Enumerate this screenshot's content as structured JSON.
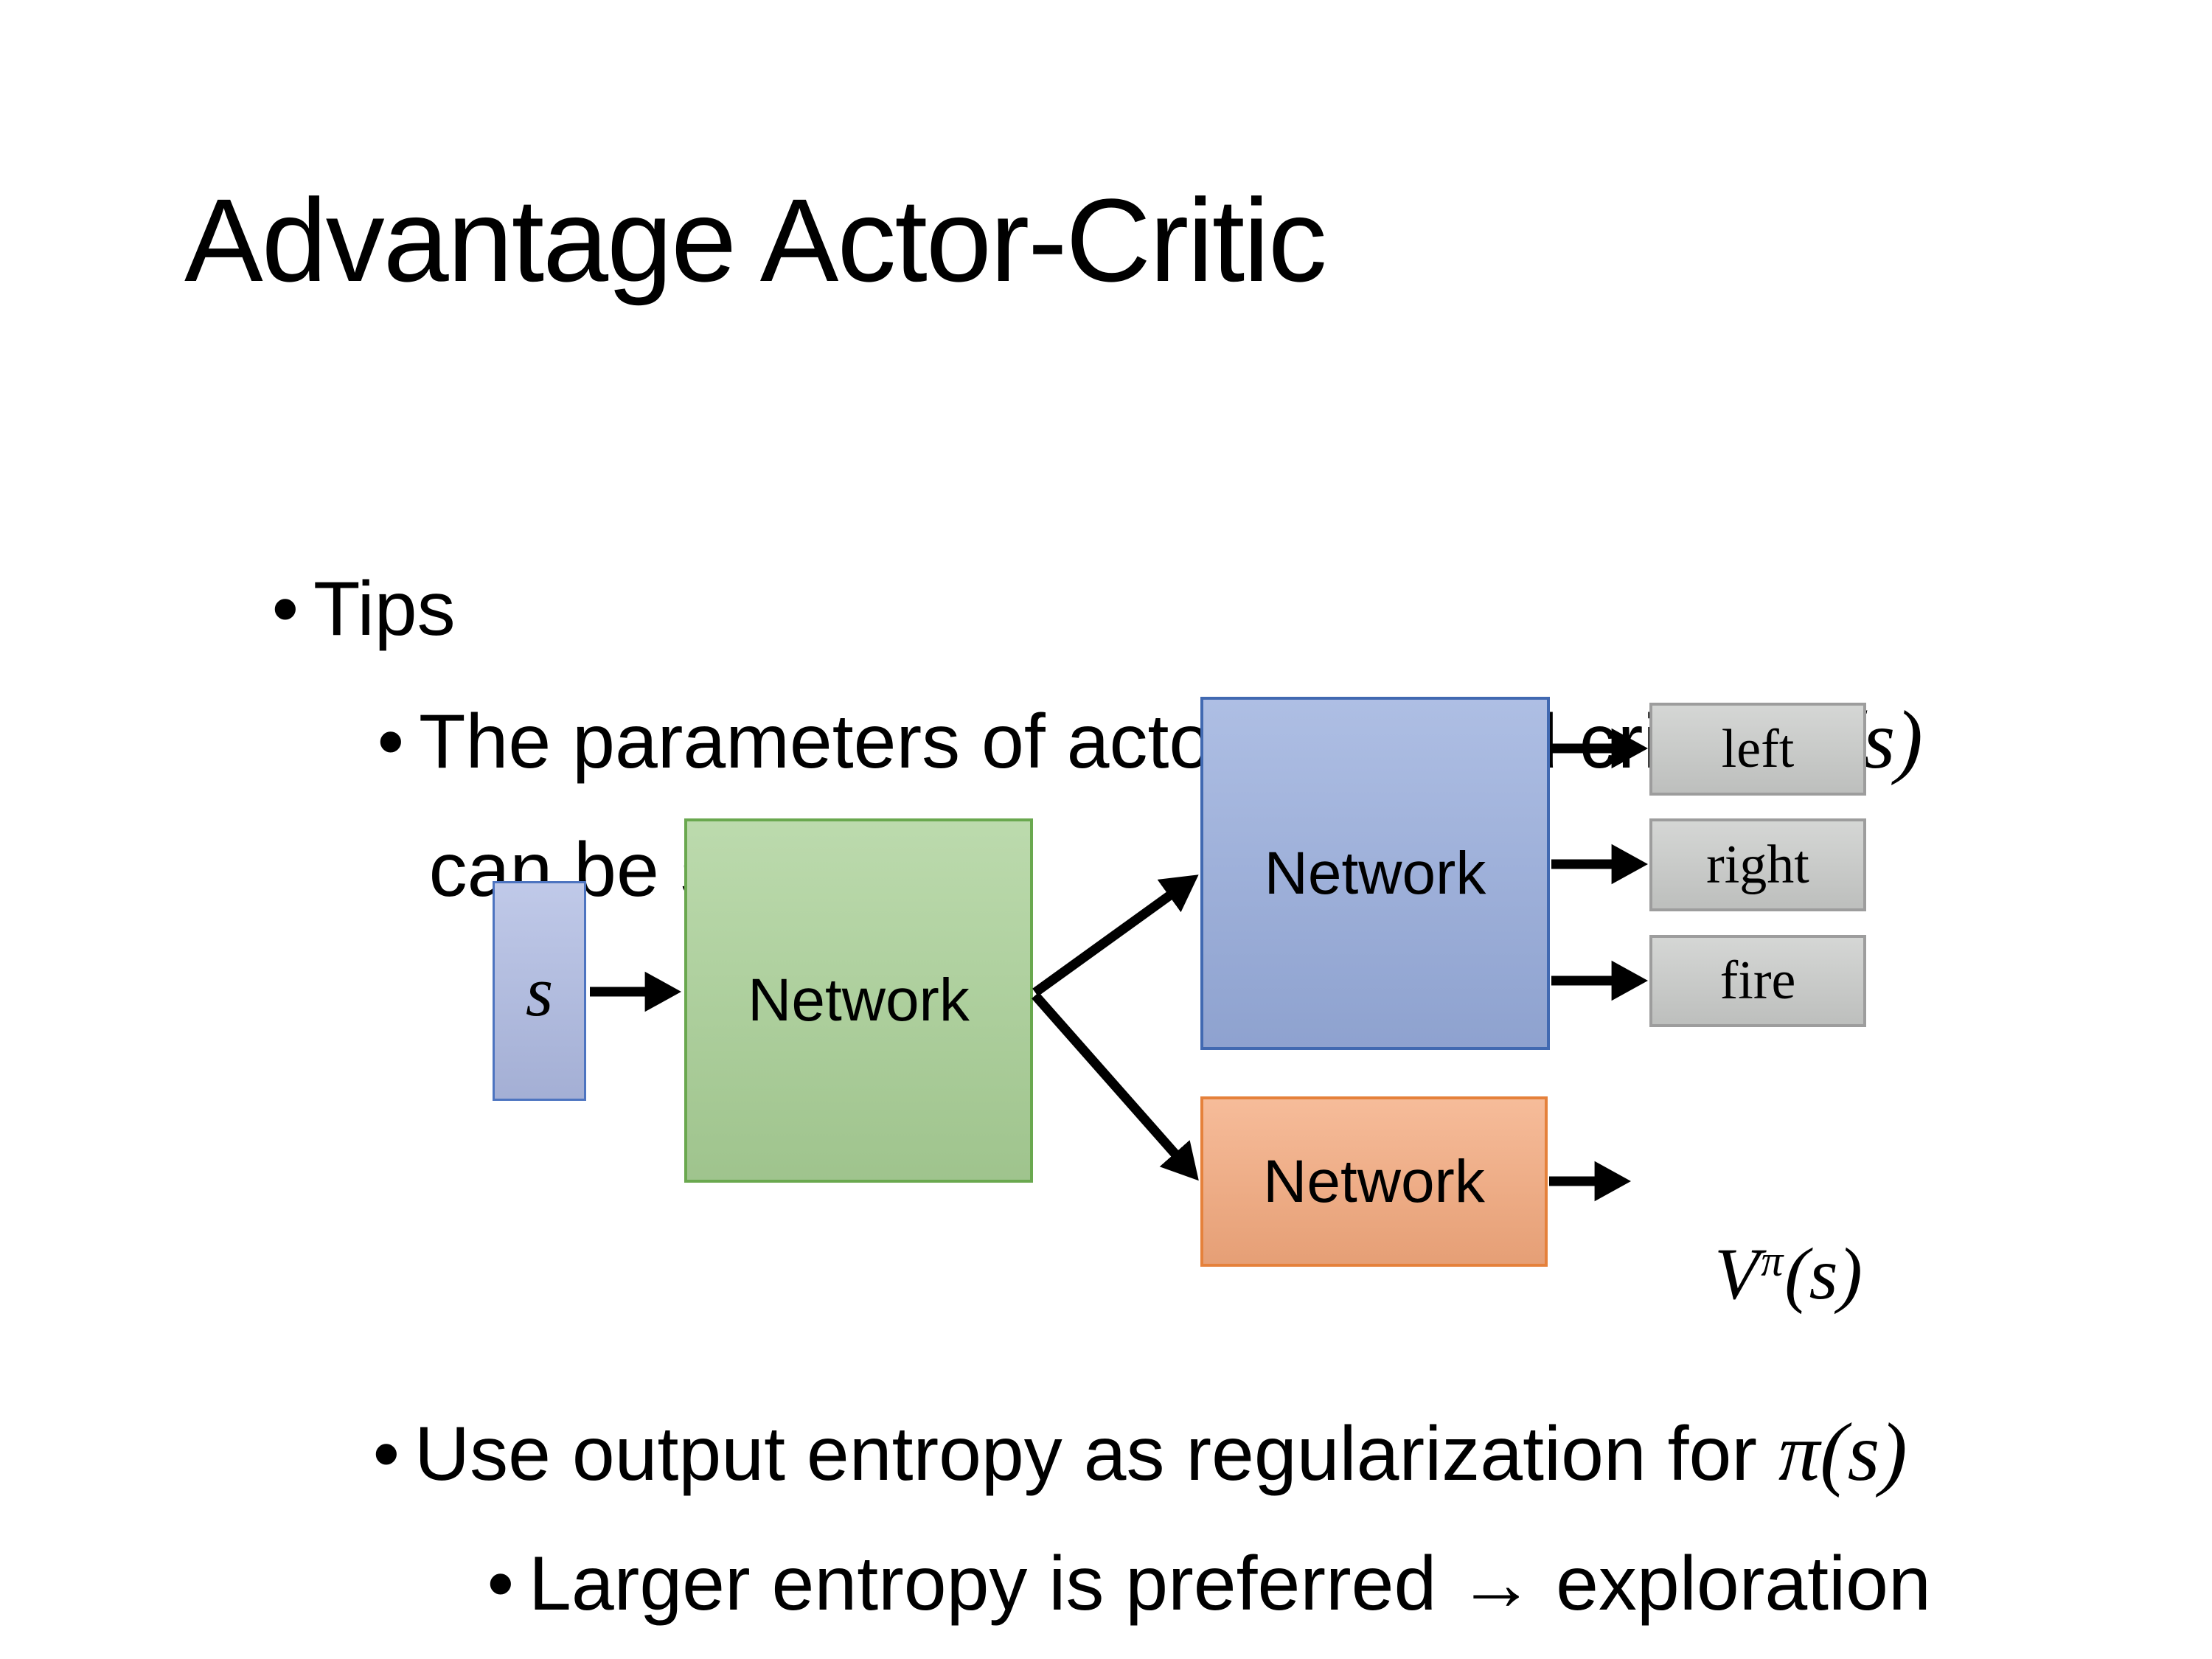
{
  "slide": {
    "title": "Advantage Actor-Critic",
    "bullet_glyph": "•",
    "bullets": {
      "tips": "Tips",
      "param_text1": "The parameters of actor ",
      "param_math1": "π(s)",
      "param_text2": "  and critic ",
      "param_value_base": "V",
      "param_value_sup": "π",
      "param_value_args": "(s)",
      "param_line2": "can be shared",
      "entropy_text1": "Use output entropy as regularization for ",
      "entropy_math": "π(s)",
      "larger_line": "Larger entropy is preferred → exploration"
    },
    "diagram": {
      "input_label": "s",
      "shared_network_label": "Network",
      "actor_network_label": "Network",
      "critic_network_label": "Network",
      "actions": [
        "left",
        "right",
        "fire"
      ],
      "value_base": "V",
      "value_sup": "π",
      "value_args": "(s)",
      "colors": {
        "background": "#FFFFFF",
        "text": "#000000",
        "arrow": "#000000",
        "input_fill": "#AEBAE2",
        "input_border": "#4D74C0",
        "shared_fill": "#A9D096",
        "shared_border": "#6AA84F",
        "actor_fill": "#97ACDC",
        "actor_border": "#4169B1",
        "critic_fill": "#F4A97D",
        "critic_border": "#E5813B",
        "action_fill": "#C9CBC9",
        "action_border": "#9D9D9D"
      }
    }
  }
}
